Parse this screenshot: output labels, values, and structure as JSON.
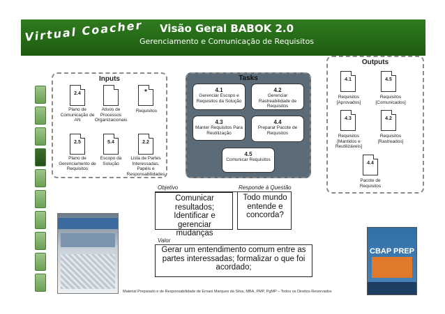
{
  "header": {
    "logo": "Virtual Coacher",
    "title": "Visão Geral BABOK 2.0",
    "subtitle": "Gerenciamento e Comunicação de Requisitos"
  },
  "inputs": {
    "title": "Inputs",
    "items": [
      {
        "num": "2.4",
        "label": "Plano de Comunicação de AN"
      },
      {
        "num": "",
        "label": "Ativos de Processos Organizacionais"
      },
      {
        "num": "*",
        "label": "Requisitos"
      },
      {
        "num": "2.5",
        "label": "Plano de Gerenciamento de Requisitos"
      },
      {
        "num": "5.4",
        "label": "Escopo da Solução"
      },
      {
        "num": "2.2",
        "label": "Lista de Partes Interessadas, Papéis e Responsabilidades"
      }
    ]
  },
  "tasks": {
    "title": "Tasks",
    "items": [
      {
        "num": "4.1",
        "label": "Gerenciar Escopo e Requisitos da Solução"
      },
      {
        "num": "4.2",
        "label": "Gerenciar Rastreabilidade de Requisitos"
      },
      {
        "num": "4.3",
        "label": "Manter Requisitos Para Reutilização"
      },
      {
        "num": "4.4",
        "label": "Preparar Pacote de Requisitos"
      },
      {
        "num": "4.5",
        "label": "Comunicar Requisitos"
      }
    ]
  },
  "outputs": {
    "title": "Outputs",
    "items": [
      {
        "num": "4.1",
        "label": "Requisitos [Aprovados]"
      },
      {
        "num": "4.5",
        "label": "Requisitos [Comunicados]"
      },
      {
        "num": "4.3",
        "label": "Requisitos [Mantidos e Reutilizáveis]"
      },
      {
        "num": "4.2",
        "label": "Requisitos [Rastreados]"
      },
      {
        "num": "4.4",
        "label": "Pacote de Requisitos"
      }
    ]
  },
  "objetivo": {
    "label": "Objetivo",
    "text": "Comunicar resultados; Identificar e gerenciar mudanças"
  },
  "questao": {
    "label": "Responde à Questão",
    "text": "Todo mundo entende e concorda?"
  },
  "valor": {
    "label": "Valor",
    "text": "Gerar um entendimento comum entre as partes interessadas; formalizar o que foi acordado;"
  },
  "footer": "Material Preparado e de Responsabilidade de Ernani Marques da Silva, MBA, PMP, PgMP – Todos os Direitos Reservados",
  "book2": {
    "title": "CBAP PREP"
  },
  "colors": {
    "header": "#2f7a1f",
    "tasks_bg": "#5b6b78",
    "nav": "#6aa154"
  }
}
